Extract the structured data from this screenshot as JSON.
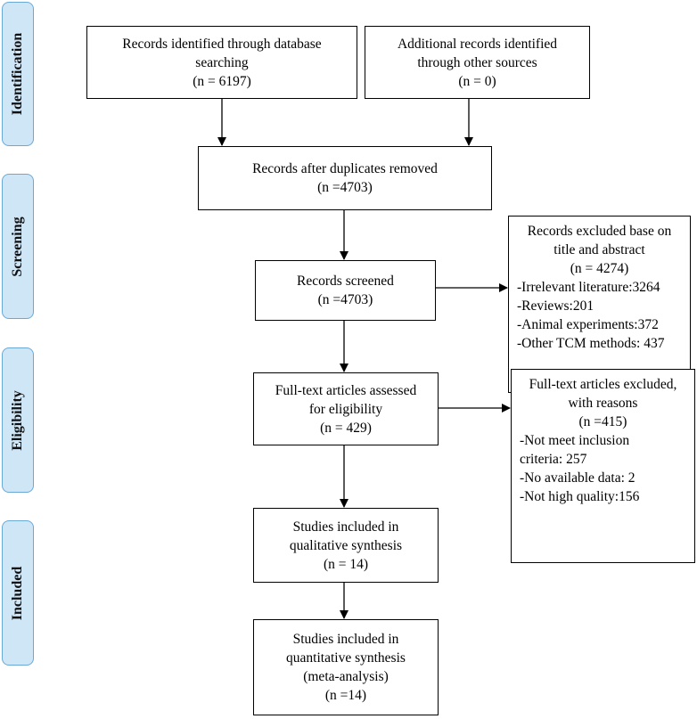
{
  "stages": {
    "identification": "Identification",
    "screening": "Screening",
    "eligibility": "Eligibility",
    "included": "Included"
  },
  "boxes": {
    "database_search": {
      "lines": [
        "Records identified through database",
        "searching",
        "(n = 6197)"
      ]
    },
    "other_sources": {
      "lines": [
        "Additional records identified",
        "through other sources",
        "(n = 0)"
      ]
    },
    "after_duplicates": {
      "lines": [
        "Records after duplicates removed",
        "(n =4703)"
      ]
    },
    "screened": {
      "lines": [
        "Records screened",
        "(n =4703)"
      ]
    },
    "excluded_title_abstract": {
      "heading": [
        "Records excluded base on",
        "title and abstract",
        "(n = 4274)"
      ],
      "items": [
        "-Irrelevant literature:3264",
        "-Reviews:201",
        "-Animal experiments:372",
        "-Other TCM methods: 437"
      ]
    },
    "fulltext_assessed": {
      "lines": [
        "Full-text articles assessed",
        "for eligibility",
        "(n = 429)"
      ]
    },
    "fulltext_excluded": {
      "heading": [
        "Full-text articles excluded,",
        "with reasons",
        "(n =415)"
      ],
      "items": [
        "-Not meet inclusion",
        "criteria: 257",
        "-No available data: 2",
        "-Not high quality:156"
      ]
    },
    "qualitative": {
      "lines": [
        "Studies included in",
        "qualitative synthesis",
        "(n = 14)"
      ]
    },
    "quantitative": {
      "lines": [
        "Studies included in",
        "quantitative synthesis",
        "(meta-analysis)",
        "(n =14)"
      ]
    }
  }
}
